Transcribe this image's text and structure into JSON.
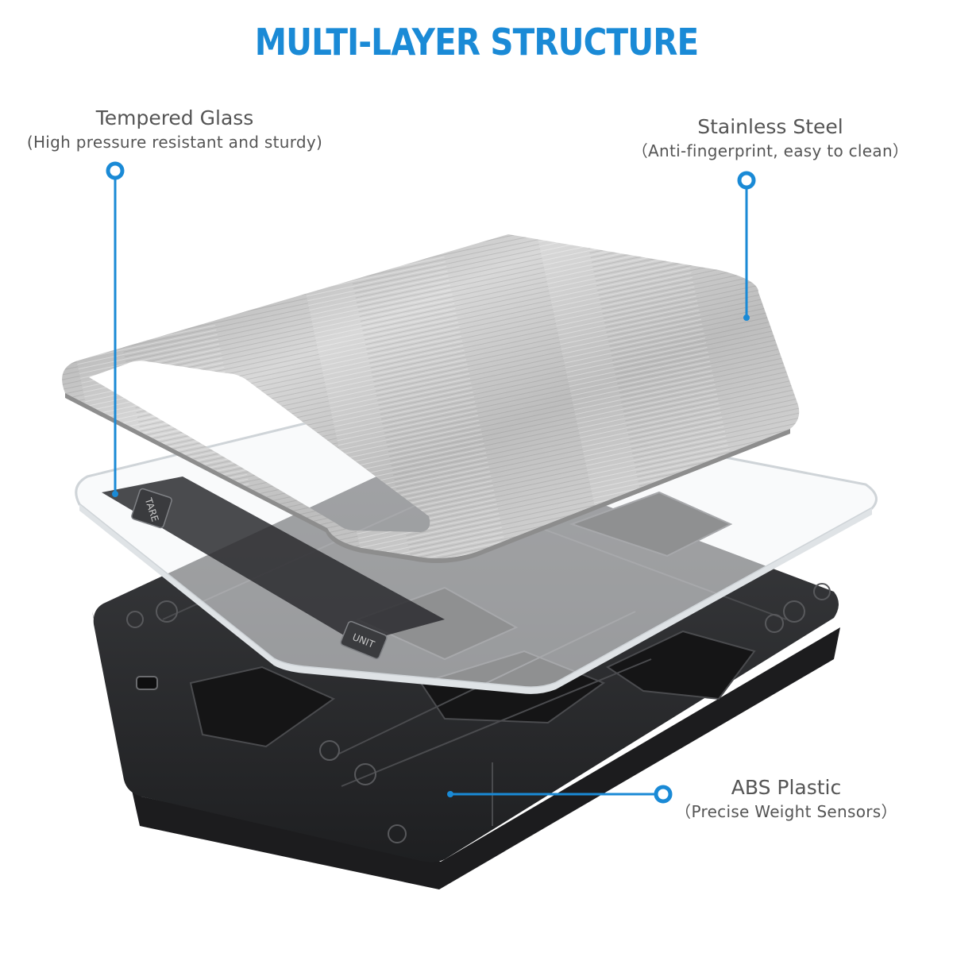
{
  "title": "MULTI-LAYER STRUCTURE",
  "colors": {
    "accent": "#1a8ad6",
    "text": "#555555",
    "steel": "#c4c4c4",
    "base": "#2e2f31"
  },
  "layers": {
    "glass": {
      "name": "Tempered Glass",
      "desc": "(High pressure resistant and sturdy)"
    },
    "steel": {
      "name": "Stainless Steel",
      "desc": "（Anti-fingerprint, easy to clean）"
    },
    "plastic": {
      "name": "ABS Plastic",
      "desc": "（Precise Weight Sensors）"
    }
  },
  "buttons": {
    "tare": "TARE",
    "unit": "UNIT"
  }
}
